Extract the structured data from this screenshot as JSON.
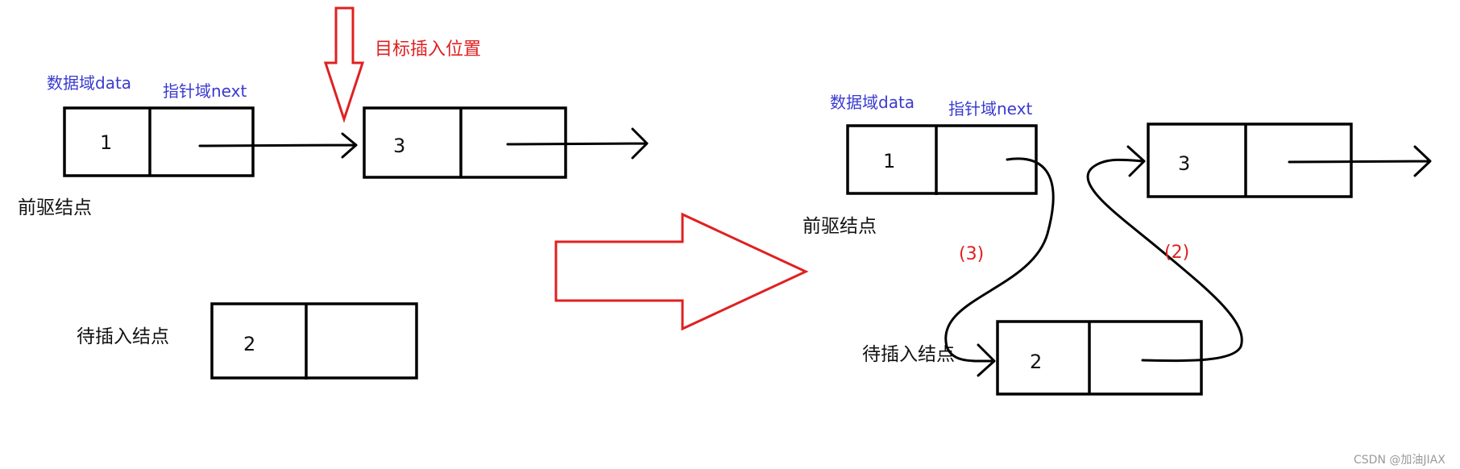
{
  "colors": {
    "accent_red": "#e02020",
    "label_blue": "#3a3ad0",
    "stroke": "#000000"
  },
  "left": {
    "target_label": "目标插入位置",
    "data_field_label": "数据域data",
    "pointer_field_label": "指针域next",
    "predecessor_label": "前驱结点",
    "new_node_label": "待插入结点",
    "node_pred_value": "1",
    "node_next_value": "3",
    "node_new_value": "2"
  },
  "transition_arrow_icon": "big-right-arrow-icon",
  "right": {
    "data_field_label": "数据域data",
    "pointer_field_label": "指针域next",
    "predecessor_label": "前驱结点",
    "new_node_label": "待插入结点",
    "node_pred_value": "1",
    "node_next_value": "3",
    "node_new_value": "2",
    "step_3_label": "(3)",
    "step_2_label": "(2)"
  },
  "watermark": "CSDN @加油JIAX"
}
